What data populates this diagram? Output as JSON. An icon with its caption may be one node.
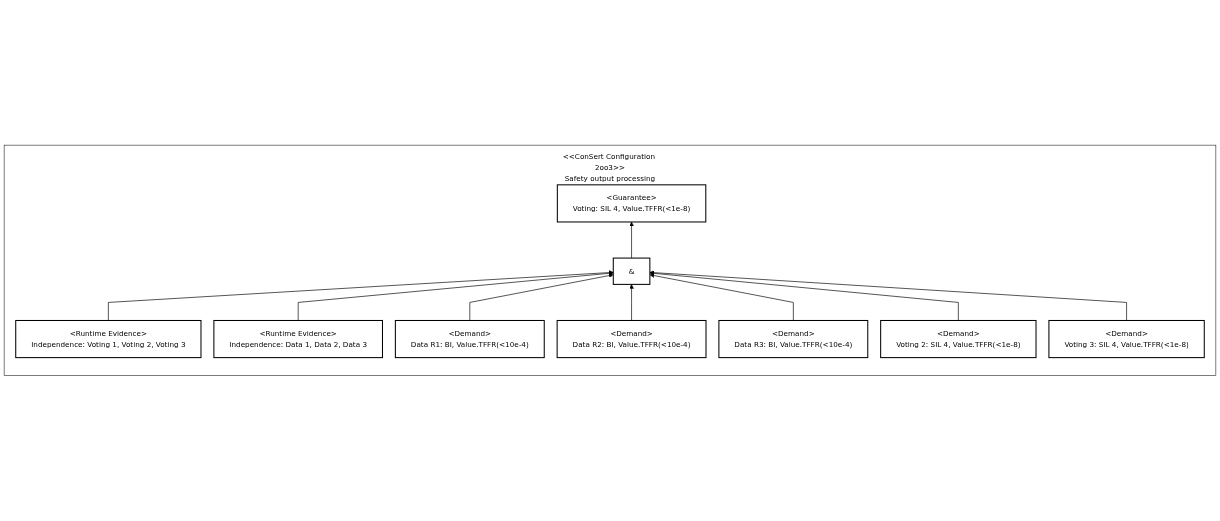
{
  "diagram": {
    "nodes": [
      {
        "text": [
          "<<ConSert Configuration 2oo3>>",
          "Safety output processing"
        ]
      },
      {
        "text": [
          "<Guarantee>",
          "Voting: SIL 4, Value.TFFR(<1e-8)"
        ],
        "in": 0
      },
      {
        "text": [
          "&"
        ],
        "in": 0
      },
      {
        "text": [
          "<Runtime Evidence>",
          "Independence: Voting 1, Voting 2, Voting 3"
        ],
        "in": 0
      },
      {
        "text": [
          "<Runtime Evidence>",
          "Independence: Data 1, Data 2, Data 3"
        ],
        "in": 0
      },
      {
        "text": [
          "<Demand>",
          "Data R1: BI, Value.TFFR(<10e-4)"
        ],
        "in": 0
      },
      {
        "text": [
          "<Demand>",
          "Data R2: BI, Value.TFFR(<10e-4)"
        ],
        "in": 0
      },
      {
        "text": [
          "<Demand>",
          "Data R3: BI, Value.TFFR(<10e-4)"
        ],
        "in": 0
      },
      {
        "text": [
          "<Demand>",
          "Voting 2: SIL 4, Value.TFFR(<1e-8)"
        ],
        "in": 0
      },
      {
        "text": [
          "<Demand>",
          "Voting 3: SIL 4, Value.TFFR(<1e-8)"
        ],
        "in": 0
      }
    ],
    "edges": [
      {
        "from": 2,
        "to": 1,
        "arrow": "to"
      },
      {
        "from": 3,
        "to": 2,
        "arrow": "to"
      },
      {
        "from": 4,
        "to": 2,
        "arrow": "to"
      },
      {
        "from": 5,
        "to": 2,
        "arrow": "to"
      },
      {
        "from": 6,
        "to": 2,
        "arrow": "to"
      },
      {
        "from": 7,
        "to": 2,
        "arrow": "to"
      },
      {
        "from": 8,
        "to": 2,
        "arrow": "to"
      },
      {
        "from": 9,
        "to": 2,
        "arrow": "to"
      }
    ]
  }
}
